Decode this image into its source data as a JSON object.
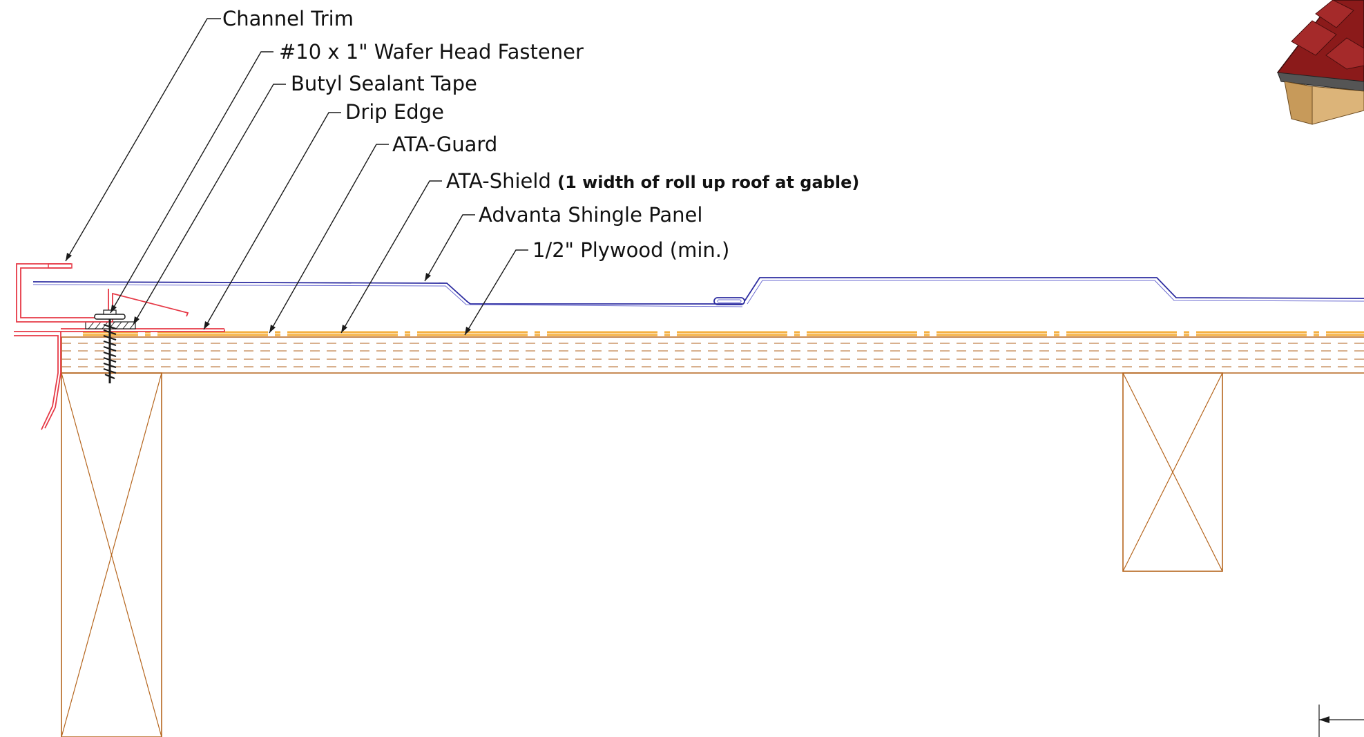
{
  "callouts": {
    "channel_trim": "Channel Trim",
    "fastener": "#10 x 1\" Wafer Head Fastener",
    "butyl_tape": "Butyl Sealant Tape",
    "drip_edge": "Drip Edge",
    "ata_guard": "ATA-Guard",
    "ata_shield": "ATA-Shield",
    "ata_shield_note": "(1 width of roll up roof at gable)",
    "shingle_panel": "Advanta Shingle Panel",
    "plywood": "1/2\" Plywood (min.)"
  },
  "colors": {
    "trim": "#e63946",
    "panel": "#2c2ca0",
    "wood": "#b5651d",
    "membrane": "#f5b041",
    "roof_render": "#8b1a1a"
  },
  "icons": {
    "roof_thumbnail": "roof-preview-icon",
    "fastener": "screw-icon"
  }
}
